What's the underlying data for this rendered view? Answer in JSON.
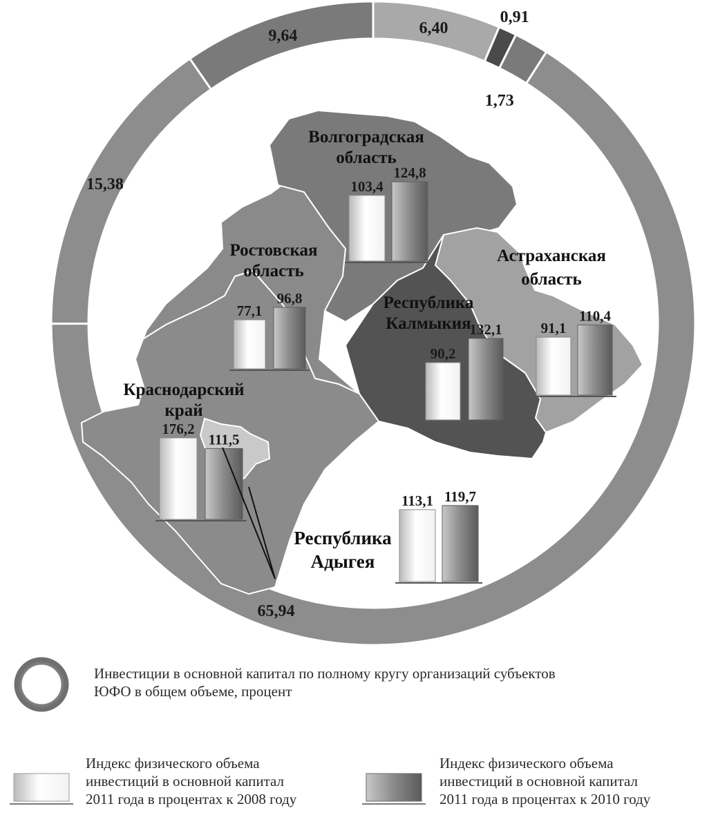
{
  "colors": {
    "ring_base": "#8d8d8d",
    "ring_alt": "#7a7a7a",
    "ring_light": "#a9a9a9",
    "ring_dark": "#4a4a4a",
    "map_light": "#9a9a9a",
    "map_mid": "#767676",
    "map_dark": "#4c4c4c",
    "border": "#ffffff"
  },
  "ring_values": [
    {
      "id": "seg-6-40",
      "label": "6,40",
      "value": 6.4
    },
    {
      "id": "seg-0-91",
      "label": "0,91",
      "value": 0.91
    },
    {
      "id": "seg-1-73",
      "label": "1,73",
      "value": 1.73
    },
    {
      "id": "seg-65-94",
      "label": "65,94",
      "value": 65.94
    },
    {
      "id": "seg-15-38",
      "label": "15,38",
      "value": 15.38
    },
    {
      "id": "seg-9-64",
      "label": "9,64",
      "value": 9.64
    }
  ],
  "regions": {
    "volgograd": {
      "name_line1": "Волгоградская",
      "name_line2": "область",
      "v2008": "103,4",
      "v2010": "124,8"
    },
    "rostov": {
      "name_line1": "Ростовская",
      "name_line2": "область",
      "v2008": "77,1",
      "v2010": "96,8"
    },
    "astrakhan": {
      "name_line1": "Астраханская",
      "name_line2": "область",
      "v2008": "91,1",
      "v2010": "110,4"
    },
    "kalmykia": {
      "name_line1": "Республика",
      "name_line2": "Калмыкия",
      "v2008": "90,2",
      "v2010": "132,1"
    },
    "krasnodar": {
      "name_line1": "Краснодарский",
      "name_line2": "край",
      "v2008": "176,2",
      "v2010": "111,5"
    },
    "adygea": {
      "name_line1": "Республика",
      "name_line2": "Адыгея",
      "v2008": "113,1",
      "v2010": "119,7"
    }
  },
  "legend": {
    "ring_line1": "Инвестиции в основной капитал по полному кругу организаций субъектов",
    "ring_line2": "ЮФО в общем объеме, процент",
    "light_line1": "Индекс физического объема",
    "light_line2": "инвестиций в основной капитал",
    "light_line3": "2011 года в процентах к 2008 году",
    "dark_line1": "Индекс физического объема",
    "dark_line2": "инвестиций в основной капитал",
    "dark_line3": "2011 года в процентах к 2010 году"
  }
}
